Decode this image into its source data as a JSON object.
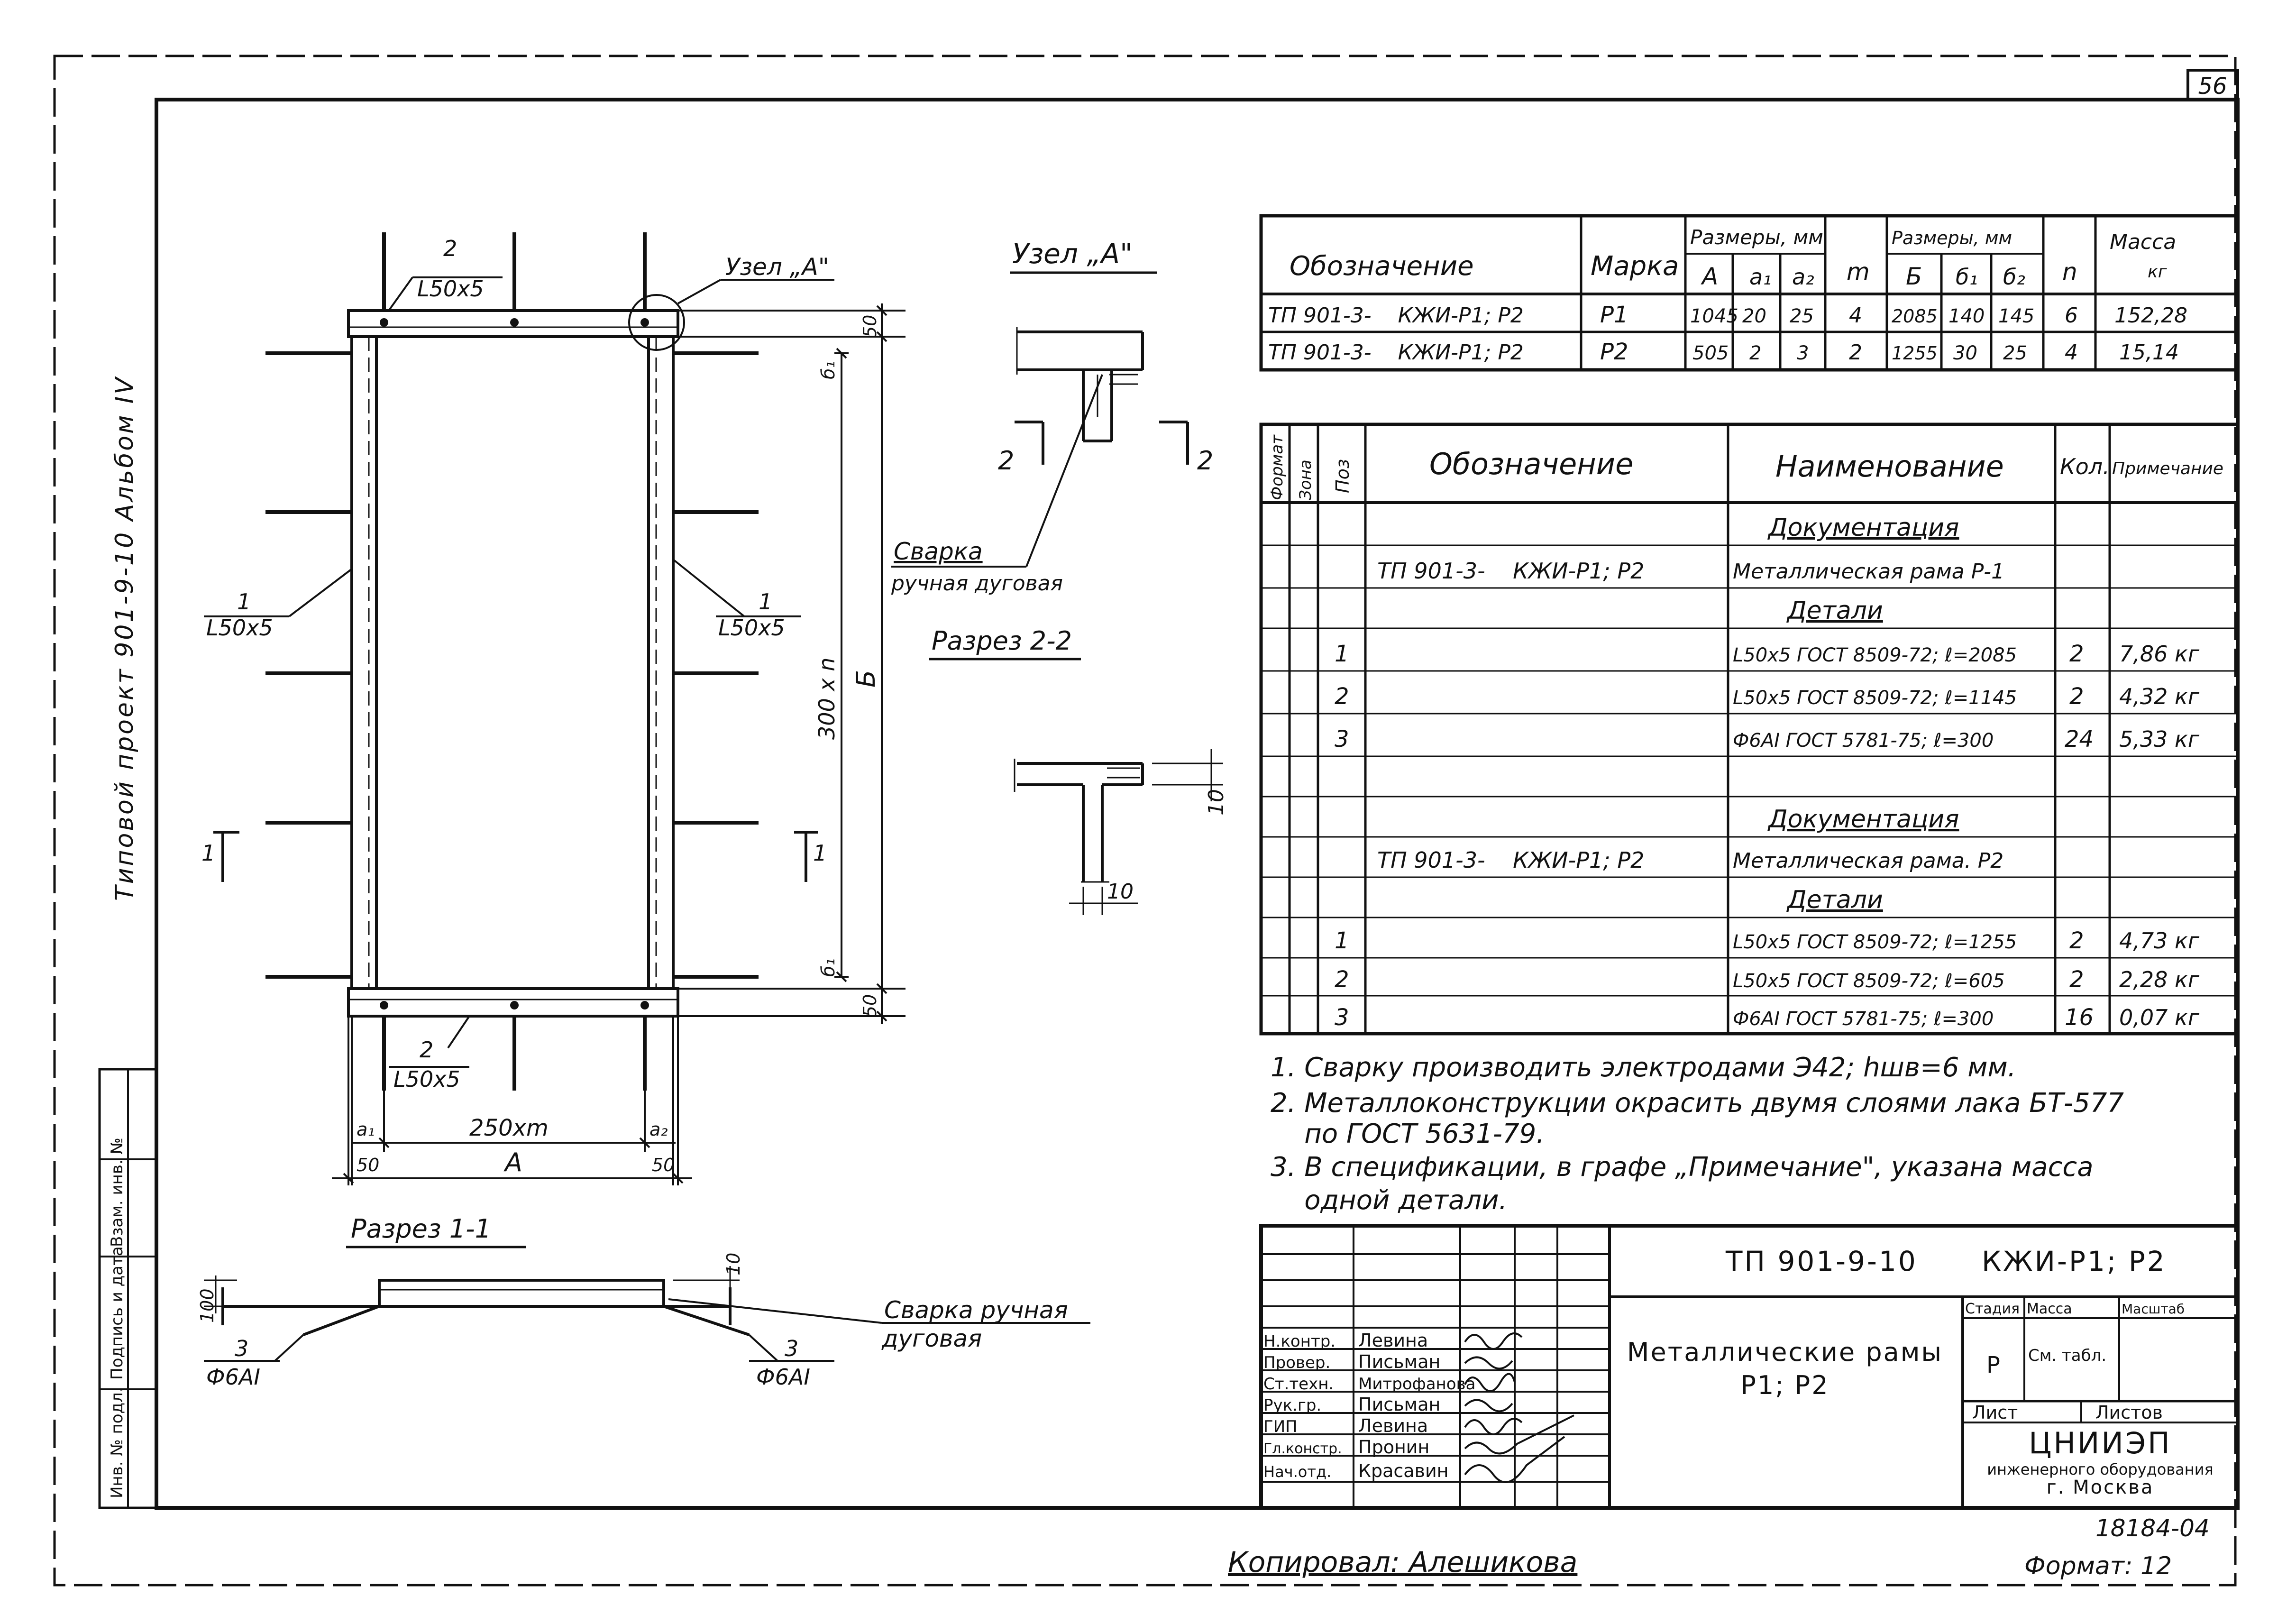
{
  "sheet": {
    "page_number": "56",
    "album_side": "Типовой проект 901-9-10    Альбом IV",
    "copied_by": "Копировал: Алешикова",
    "format": "Формат: 12",
    "inv_number": "18184-04",
    "side_stamp": [
      "Инв. № подл.",
      "Подпись и дата",
      "Взам. инв. №"
    ]
  },
  "drawing": {
    "frame_labels": {
      "top_angle_pos": "2",
      "top_angle_profile": "L50x5",
      "bottom_angle_pos": "2",
      "bottom_angle_profile": "L50x5",
      "left_angle_pos": "1",
      "left_angle_profile": "L50x5",
      "right_angle_pos": "1",
      "right_angle_profile": "L50x5",
      "node_ref": "Узел „А\"",
      "dim_top": "50",
      "dim_bottom": "50",
      "dim_top_b1": "б₁",
      "dim_bottom_b1": "б₁",
      "dim_vertical_pitch": "300 x n",
      "dim_vertical_total": "Б",
      "dim_horizontal_pitch": "250xm",
      "dim_a1": "a₁",
      "dim_a2": "a₂",
      "dim_left_50": "50",
      "dim_right_50": "50",
      "dim_horizontal_total": "A",
      "section_mark_left": "1",
      "section_mark_right": "1"
    },
    "node_a": {
      "title": "Узел „А\"",
      "section_mark_left": "2",
      "section_mark_right": "2",
      "weld_note_line1": "Сварка",
      "weld_note_line2": "ручная дуговая"
    },
    "section_2": {
      "title": "Разрез 2-2",
      "dim_vertical": "10",
      "dim_horizontal": "10"
    },
    "section_1": {
      "title": "Разрез 1-1",
      "dim_height": "100",
      "dim_top": "10",
      "bar_left_pos": "3",
      "bar_left_name": "Ф6AI",
      "bar_right_pos": "3",
      "bar_right_name": "Ф6AI",
      "weld_note_line1": "Сварка ручная",
      "weld_note_line2": "дуговая"
    }
  },
  "sizes_table": {
    "headers": {
      "designation": "Обозначение",
      "mark": "Марка",
      "sizes_1": "Размеры, мм",
      "A": "A",
      "a1": "a₁",
      "a2": "a₂",
      "m": "m",
      "sizes_2": "Размеры, мм",
      "B": "Б",
      "b1": "б₁",
      "b2": "б₂",
      "n": "n",
      "mass": "Масса",
      "mass_unit": "кг"
    },
    "rows": [
      {
        "designation": "ТП 901-3-    КЖИ-Р1; Р2",
        "mark": "Р1",
        "A": "1045",
        "a1": "20",
        "a2": "25",
        "m": "4",
        "B": "2085",
        "b1": "140",
        "b2": "145",
        "n": "6",
        "mass": "152,28"
      },
      {
        "designation": "ТП 901-3-    КЖИ-Р1; Р2",
        "mark": "Р2",
        "A": "505",
        "a1": "2",
        "a2": "3",
        "m": "2",
        "B": "1255",
        "b1": "30",
        "b2": "25",
        "n": "4",
        "mass": "15,14"
      }
    ]
  },
  "spec_table": {
    "headers": {
      "format": "Формат",
      "zone": "Зона",
      "pos": "Поз",
      "designation": "Обозначение",
      "name": "Наименование",
      "qty": "Кол.",
      "note": "Примечание"
    },
    "rows": [
      {
        "pos": "",
        "designation": "",
        "name": "Документация",
        "qty": "",
        "note": "",
        "heading": true
      },
      {
        "pos": "",
        "designation": "ТП 901-3-    КЖИ-Р1; Р2",
        "name": "Металлическая рама Р-1",
        "qty": "",
        "note": ""
      },
      {
        "pos": "",
        "designation": "",
        "name": "Детали",
        "qty": "",
        "note": "",
        "heading": true
      },
      {
        "pos": "1",
        "designation": "",
        "name": "L50x5 ГОСТ 8509-72; ℓ=2085",
        "qty": "2",
        "note": "7,86 кг"
      },
      {
        "pos": "2",
        "designation": "",
        "name": "L50x5 ГОСТ 8509-72; ℓ=1145",
        "qty": "2",
        "note": "4,32 кг"
      },
      {
        "pos": "3",
        "designation": "",
        "name": "Ф6AI ГОСТ 5781-75; ℓ=300",
        "qty": "24",
        "note": "5,33 кг"
      },
      {
        "pos": "",
        "designation": "",
        "name": "",
        "qty": "",
        "note": ""
      },
      {
        "pos": "",
        "designation": "",
        "name": "Документация",
        "qty": "",
        "note": "",
        "heading": true
      },
      {
        "pos": "",
        "designation": "ТП 901-3-    КЖИ-Р1; Р2",
        "name": "Металлическая рама. Р2",
        "qty": "",
        "note": ""
      },
      {
        "pos": "",
        "designation": "",
        "name": "Детали",
        "qty": "",
        "note": "",
        "heading": true
      },
      {
        "pos": "1",
        "designation": "",
        "name": "L50x5 ГОСТ 8509-72; ℓ=1255",
        "qty": "2",
        "note": "4,73 кг"
      },
      {
        "pos": "2",
        "designation": "",
        "name": "L50x5 ГОСТ 8509-72; ℓ=605",
        "qty": "2",
        "note": "2,28 кг"
      },
      {
        "pos": "3",
        "designation": "",
        "name": "Ф6AI ГОСТ 5781-75; ℓ=300",
        "qty": "16",
        "note": "0,07 кг"
      }
    ]
  },
  "notes": [
    "1. Сварку производить электродами Э42; hшв=6 мм.",
    "2. Металлоконструкции окрасить двумя слоями лака БТ-577",
    "    по ГОСТ 5631-79.",
    "3. В спецификации, в графе „Примечание\", указана масса",
    "    одной детали."
  ],
  "title_block": {
    "doc_code": "ТП 901-9-10",
    "doc_mark": "КЖИ-Р1; Р2",
    "title_line1": "Металлические рамы",
    "title_line2": "Р1; Р2",
    "stage_label": "Стадия",
    "mass_label": "Масса",
    "scale_label": "Масштаб",
    "stage_value": "Р",
    "mass_value": "См. табл.",
    "sheet_label": "Лист",
    "sheets_label": "Листов",
    "org_line1": "ЦНИИЭП",
    "org_line2": "инженерного оборудования",
    "org_line3": "г. Москва",
    "signers": [
      {
        "role": "Н.контр.",
        "name": "Левина"
      },
      {
        "role": "Провер.",
        "name": "Письман"
      },
      {
        "role": "Ст.техн.",
        "name": "Митрофанова"
      },
      {
        "role": "Рук.гр.",
        "name": "Письман"
      },
      {
        "role": "ГИП",
        "name": "Левина"
      },
      {
        "role": "Гл.констр.",
        "name": "Пронин"
      },
      {
        "role": "Нач.отд.",
        "name": "Красавин"
      }
    ]
  }
}
